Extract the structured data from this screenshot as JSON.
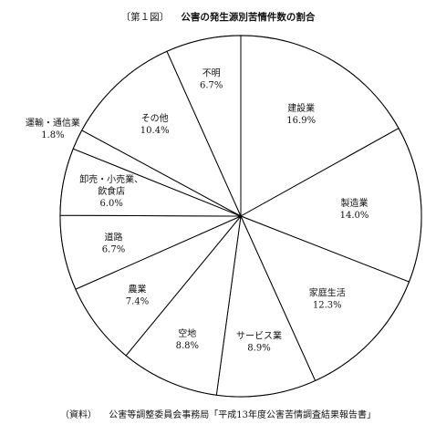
{
  "figure": {
    "number": "〔第１図〕",
    "title": "公害の発生源別苦情件数の割合"
  },
  "source": {
    "label": "（資料）",
    "text": "公害等調整委員会事務局「平成13年度公害苦情調査結果報告書」"
  },
  "chart_data": {
    "type": "pie",
    "start": "12 o'clock",
    "direction": "clockwise",
    "slices": [
      {
        "label": "建設業",
        "value": 16.9,
        "value_label": "16.9%"
      },
      {
        "label": "製造業",
        "value": 14.0,
        "value_label": "14.0%"
      },
      {
        "label": "家庭生活",
        "value": 12.3,
        "value_label": "12.3%"
      },
      {
        "label": "サービス業",
        "value": 8.9,
        "value_label": "8.9%"
      },
      {
        "label": "空地",
        "value": 8.8,
        "value_label": "8.8%"
      },
      {
        "label": "農業",
        "value": 7.4,
        "value_label": "7.4%"
      },
      {
        "label": "道路",
        "value": 6.7,
        "value_label": "6.7%"
      },
      {
        "label": "卸売・小売業、飲食店",
        "label_lines": [
          "卸売・小売業、",
          "飲食店"
        ],
        "value": 6.0,
        "value_label": "6.0%"
      },
      {
        "label": "運輸・通信業",
        "value": 1.8,
        "value_label": "1.8%"
      },
      {
        "label": "その他",
        "value": 10.4,
        "value_label": "10.4%"
      },
      {
        "label": "不明",
        "value": 6.7,
        "value_label": "6.7%"
      }
    ],
    "fill": "#ffffff",
    "stroke": "#000000"
  }
}
